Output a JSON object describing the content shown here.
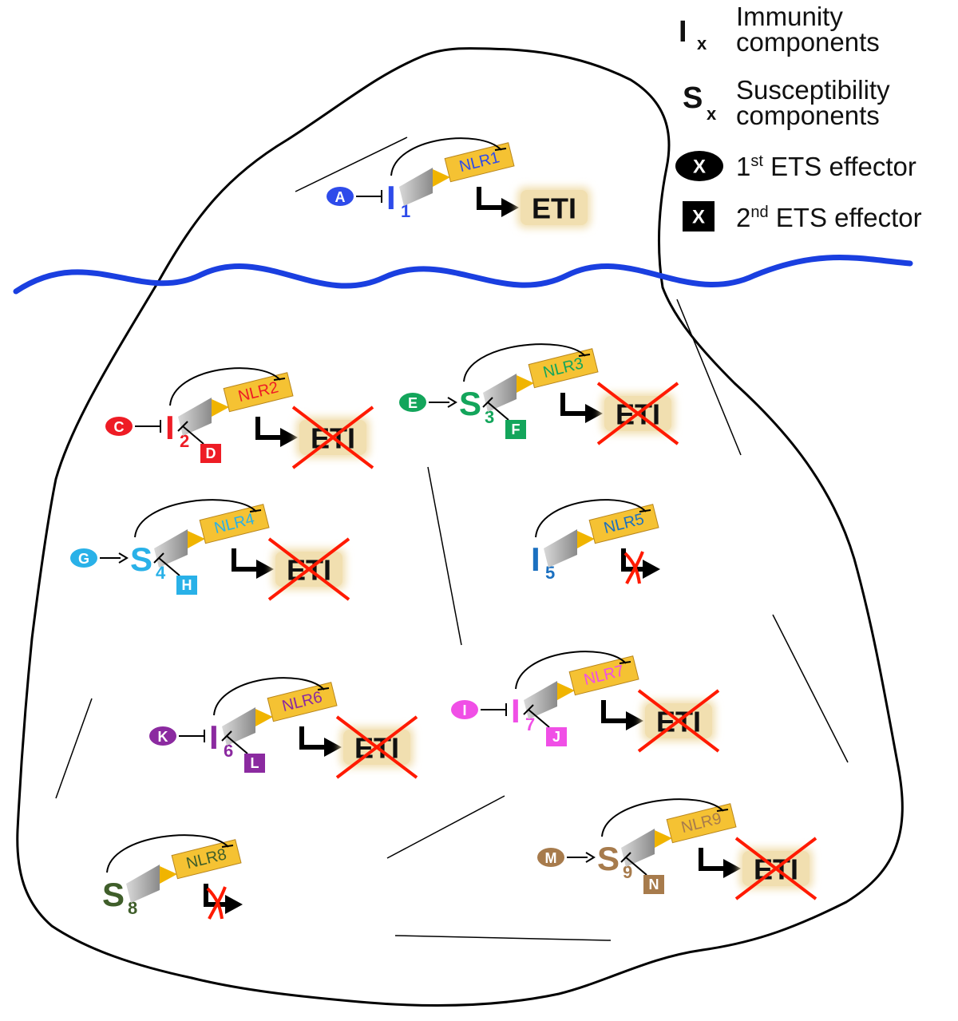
{
  "legend": {
    "immunity": {
      "symbol": "I",
      "sub": "x",
      "line1": "Immunity",
      "line2": "components"
    },
    "susceptibility": {
      "symbol": "S",
      "sub": "x",
      "line1": "Susceptibility",
      "line2": "components"
    },
    "ets1": {
      "mark": "X",
      "pre": "1",
      "sup": "st",
      "post": " ETS effector"
    },
    "ets2": {
      "mark": "X",
      "pre": "2",
      "sup": "nd",
      "post": " ETS effector"
    }
  },
  "colors": {
    "water": "#1a3fe0",
    "eti_box": "#f1dfb0",
    "nlr_box": "#f5c233",
    "cross": "#ff1a00",
    "triangle": "#f0b400"
  },
  "modules": [
    {
      "id": "1",
      "color": "#2e4bea",
      "comp": "I",
      "sub": "1",
      "nlr": "NLR1",
      "eff1": "A",
      "eff1_rel": "inhibit",
      "eff2": "",
      "eti_label": "ETI",
      "eti_blocked": false,
      "output": "eti"
    },
    {
      "id": "2",
      "color": "#ee1c25",
      "comp": "I",
      "sub": "2",
      "nlr": "NLR2",
      "eff1": "C",
      "eff1_rel": "inhibit",
      "eff2": "D",
      "eti_label": "ETI",
      "eti_blocked": true,
      "output": "eti"
    },
    {
      "id": "3",
      "color": "#13a55b",
      "comp": "S",
      "sub": "3",
      "nlr": "NLR3",
      "eff1": "E",
      "eff1_rel": "activate",
      "eff2": "F",
      "eti_label": "ETI",
      "eti_blocked": true,
      "output": "eti"
    },
    {
      "id": "4",
      "color": "#29b1e8",
      "comp": "S",
      "sub": "4",
      "nlr": "NLR4",
      "eff1": "G",
      "eff1_rel": "activate",
      "eff2": "H",
      "eti_label": "ETI",
      "eti_blocked": true,
      "output": "eti"
    },
    {
      "id": "5",
      "color": "#1b70c0",
      "comp": "I",
      "sub": "5",
      "nlr": "NLR5",
      "eff1": "",
      "eff1_rel": "none",
      "eff2": "",
      "eti_label": "",
      "eti_blocked": true,
      "output": "arrow"
    },
    {
      "id": "6",
      "color": "#8b2aa0",
      "comp": "I",
      "sub": "6",
      "nlr": "NLR6",
      "eff1": "K",
      "eff1_rel": "inhibit",
      "eff2": "L",
      "eti_label": "ETI",
      "eti_blocked": true,
      "output": "eti"
    },
    {
      "id": "7",
      "color": "#f04fe6",
      "comp": "I",
      "sub": "7",
      "nlr": "NLR7",
      "eff1": "I",
      "eff1_rel": "inhibit",
      "eff2": "J",
      "eti_label": "ETI",
      "eti_blocked": true,
      "output": "eti"
    },
    {
      "id": "8",
      "color": "#3f5e2a",
      "comp": "S",
      "sub": "8",
      "nlr": "NLR8",
      "eff1": "",
      "eff1_rel": "none",
      "eff2": "",
      "eti_label": "",
      "eti_blocked": true,
      "output": "arrow"
    },
    {
      "id": "9",
      "color": "#a77b4c",
      "comp": "S",
      "sub": "9",
      "nlr": "NLR9",
      "eff1": "M",
      "eff1_rel": "activate",
      "eff2": "N",
      "eti_label": "ETI",
      "eti_blocked": true,
      "output": "eti"
    }
  ]
}
